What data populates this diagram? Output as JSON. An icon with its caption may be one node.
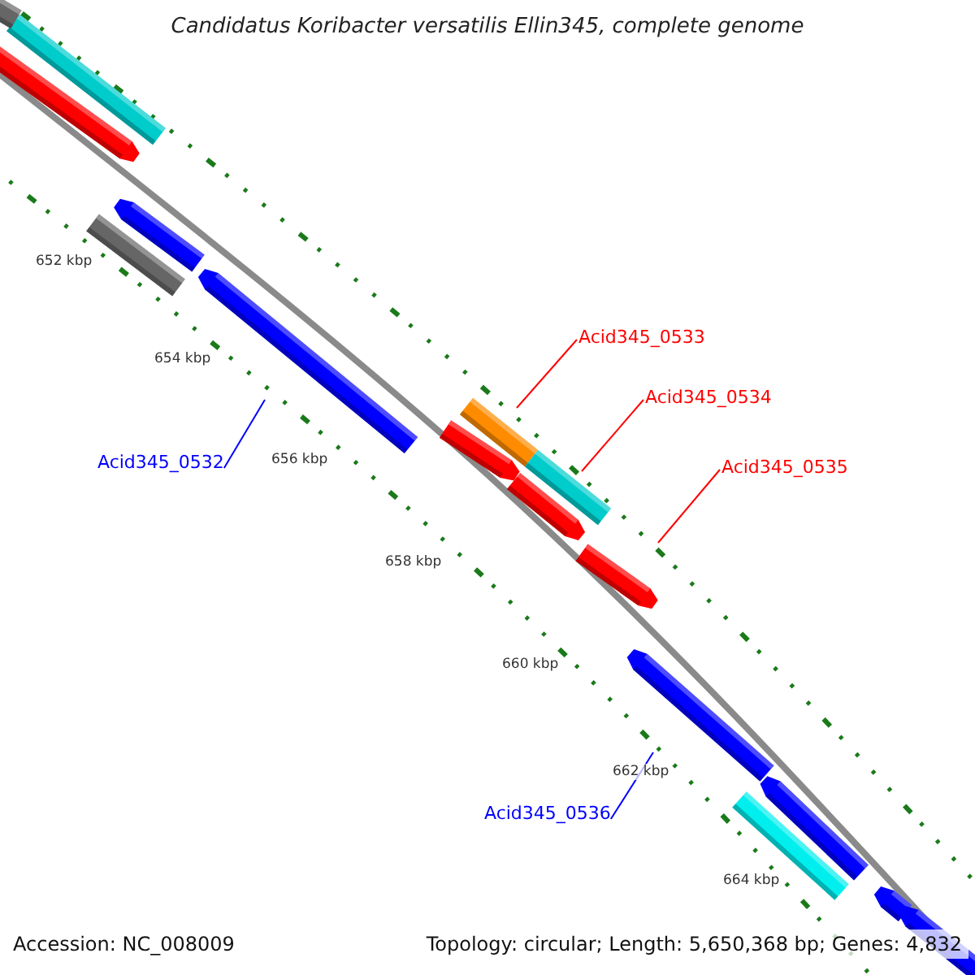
{
  "diagram": {
    "title": "Candidatus Koribacter versatilis Ellin345, complete genome",
    "nodes": [
      {
        "text": [
          "Acid345_0532"
        ]
      },
      {
        "text": [],
        "shape": "bar"
      },
      {
        "text": [
          "Acid345_0533"
        ]
      },
      {
        "text": [],
        "shape": "bar"
      },
      {
        "text": [
          "Acid345_0534"
        ]
      },
      {
        "text": [],
        "shape": "bar"
      },
      {
        "text": [
          "Acid345_0535"
        ]
      },
      {
        "text": [],
        "shape": "bar"
      },
      {
        "text": [
          "Acid345_0536"
        ]
      },
      {
        "text": [],
        "shape": "bar"
      }
    ],
    "edges": [
      {
        "from": 0,
        "to": 1,
        "arrow": "none",
        "color": "#0000ff"
      },
      {
        "from": 2,
        "to": 3,
        "arrow": "none"
      },
      {
        "from": 4,
        "to": 5,
        "arrow": "none"
      },
      {
        "from": 6,
        "to": 7,
        "arrow": "none"
      },
      {
        "from": 8,
        "to": 9,
        "arrow": "none",
        "color": "#0000ff"
      }
    ],
    "labels": [
      "652 kbp",
      "654 kbp",
      "656 kbp",
      "658 kbp",
      "660 kbp",
      "662 kbp",
      "664 kbp",
      "Accession: NC_008009",
      "Topology: circular; Length: 5,650,368 bp; Genes: 4,832"
    ]
  }
}
